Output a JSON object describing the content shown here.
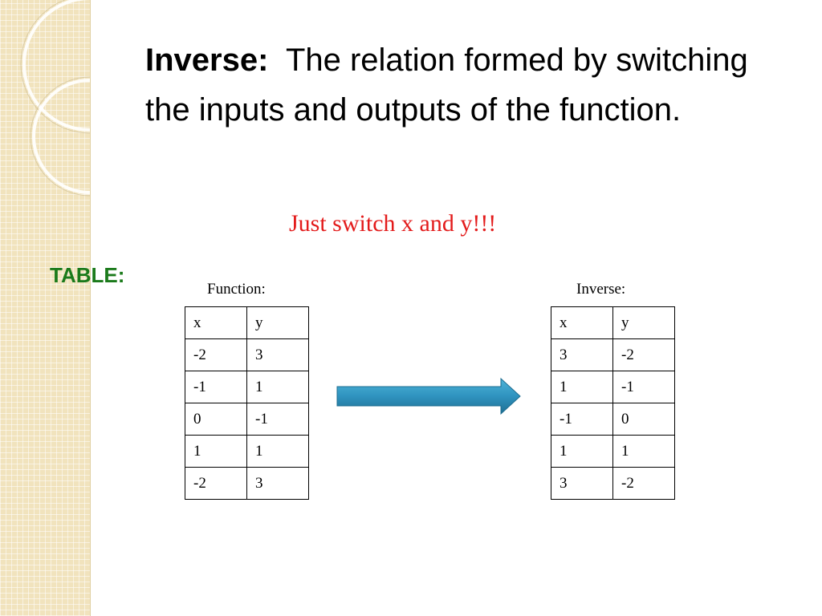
{
  "title": {
    "term": "Inverse:",
    "definition": "The relation formed by switching the inputs and outputs of the function."
  },
  "tagline": "Just switch x and y!!!",
  "table_label": "TABLE:",
  "function_table": {
    "caption": "Function:",
    "header": [
      "x",
      "y"
    ],
    "rows": [
      [
        "-2",
        "3"
      ],
      [
        "-1",
        "1"
      ],
      [
        "0",
        "-1"
      ],
      [
        "1",
        "1"
      ],
      [
        "-2",
        "3"
      ]
    ]
  },
  "inverse_table": {
    "caption": "Inverse:",
    "header": [
      "x",
      "y"
    ],
    "rows": [
      [
        "3",
        "-2"
      ],
      [
        "1",
        "-1"
      ],
      [
        "-1",
        "0"
      ],
      [
        "1",
        "1"
      ],
      [
        "3",
        "-2"
      ]
    ]
  },
  "colors": {
    "tagline": "#e31b1b",
    "table_label": "#1b7a1b",
    "arrow": "#2f93bf",
    "side_strip": "#f1e3bd"
  },
  "icons": {
    "arrow": "right-arrow-icon"
  }
}
